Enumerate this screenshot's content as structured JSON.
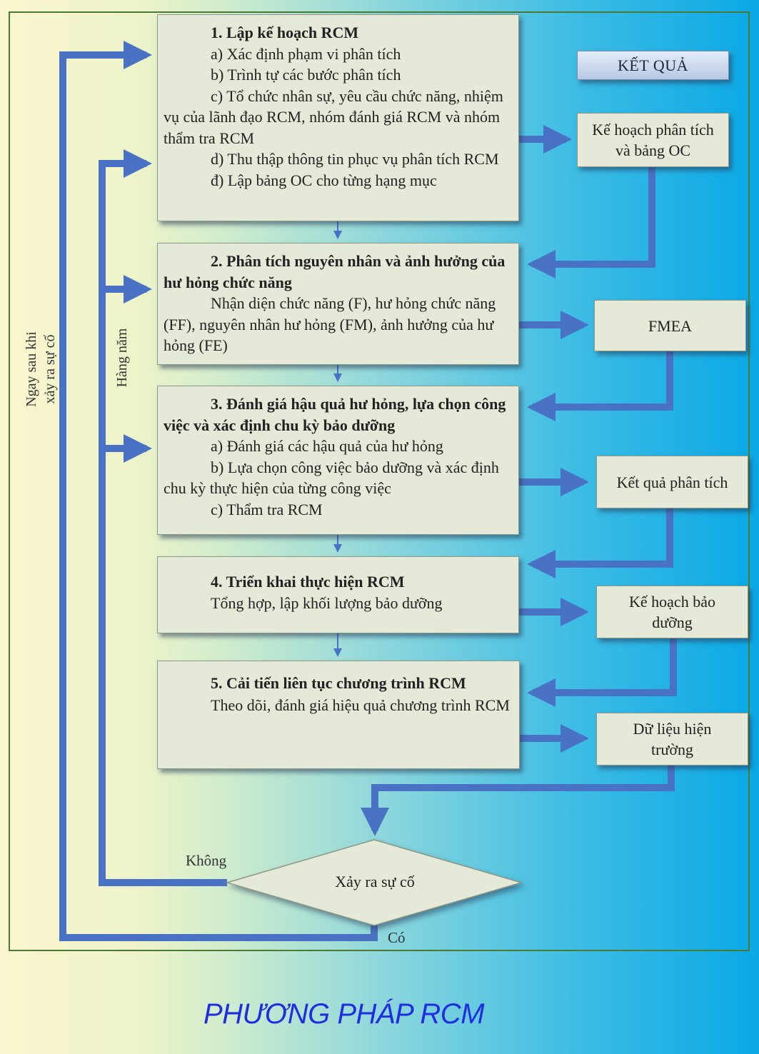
{
  "steps": [
    {
      "title": "1. Lập kế hoạch RCM",
      "items": [
        "a) Xác định phạm vi phân tích",
        "b) Trình tự các bước phân tích",
        "c) Tổ chức nhân sự, yêu cầu chức năng, nhiệm vụ của lãnh đạo RCM, nhóm đánh giá RCM và nhóm thẩm tra RCM",
        "d) Thu thập thông tin phục vụ phân tích RCM",
        "đ) Lập bảng OC cho từng hạng mục"
      ]
    },
    {
      "title": "2. Phân tích nguyên nhân và ảnh hưởng của hư hỏng chức năng",
      "body": "Nhận diện chức năng (F), hư hỏng chức năng (FF), nguyên nhân hư hỏng (FM), ảnh hưởng của hư hỏng (FE)"
    },
    {
      "title": "3. Đánh giá hậu quả hư hỏng, lựa chọn công việc và xác định chu kỳ bảo dưỡng",
      "items": [
        "a) Đánh giá các hậu quả của hư hỏng",
        "b) Lựa chọn công việc bảo dưỡng và xác định chu kỳ thực hiện của từng công việc",
        "c) Thẩm tra RCM"
      ]
    },
    {
      "title": "4. Triển khai thực hiện RCM",
      "body": "Tổng hợp, lập khối lượng bảo dưỡng"
    },
    {
      "title": "5. Cải tiến liên tục chương trình RCM",
      "body": "Theo dõi, đánh giá hiệu quả chương trình RCM"
    }
  ],
  "results_header": "KẾT QUẢ",
  "results": [
    "Kế hoạch phân tích và bảng OC",
    "FMEA",
    "Kết quả phân tích",
    "Kế hoạch bảo dưỡng",
    "Dữ liệu hiện trường"
  ],
  "decision": "Xảy ra sự cố",
  "decision_no": "Không",
  "decision_yes": "Có",
  "loop_yearly": "Hàng năm",
  "loop_incident_line1": "Ngay sau khi",
  "loop_incident_line2": "xảy ra sự cố",
  "page_title": "PHƯƠNG PHÁP RCM",
  "colors": {
    "arrow": "#4a72c4",
    "box_fill": "#e4e9d8",
    "title_text": "#1f2fe0"
  }
}
